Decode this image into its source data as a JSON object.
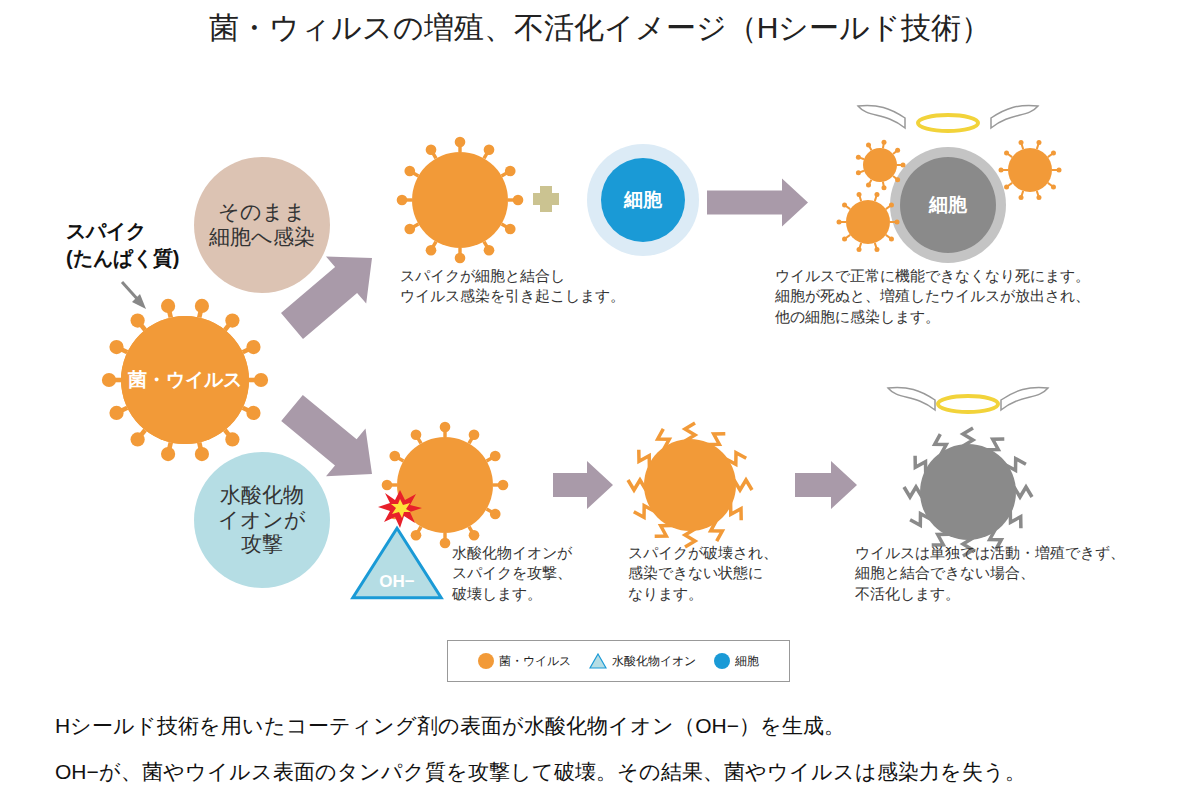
{
  "diagram": {
    "title": "菌・ウィルスの増殖、不活化イメージ（Hシールド技術）",
    "caption": "Hシールド技術を用いたコーティング剤の表面が水酸化物イオン（OH−）を生成。",
    "nodes": [
      {
        "text": [
          "そのまま 細胞へ感染"
        ]
      },
      {
        "text": [
          "菌・ウイルス"
        ]
      },
      {
        "text": [
          "水酸化物 イオンが 攻撃"
        ]
      },
      {
        "text": [
          "細胞"
        ]
      },
      {
        "text": [
          "細胞"
        ]
      },
      {
        "text": [
          "OH−"
        ]
      }
    ],
    "edges": [
      {
        "from": 3,
        "to": 4,
        "arrow": "to"
      }
    ],
    "labels": [
      "スパイク (たんぱく質)",
      "スパイクが細胞と結合し ウイルス感染を引き起こします。",
      "ウイルスで正常に機能できなくなり死にます。 細胞が死ぬと、増殖したウイルスが放出され、 他の細胞に感染します。",
      "水酸化物イオンが スパイクを攻撃、 破壊します。",
      "スパイクが破壊され、 感染できない状態に なります。",
      "ウイルスは単独では活動・増殖できず、 細胞と結合できない場合、 不活化します。",
      "OH−が、菌やウイルス表面のタンパク質を攻撃して破壊。その結果、菌やウイルスは感染力を失う。"
    ],
    "legend": [
      {
        "text": "菌・ウイルス",
        "color": "#f29a38"
      },
      {
        "text": "水酸化物イオン"
      },
      {
        "text": "細胞",
        "color": "#1a9ad6"
      }
    ]
  }
}
